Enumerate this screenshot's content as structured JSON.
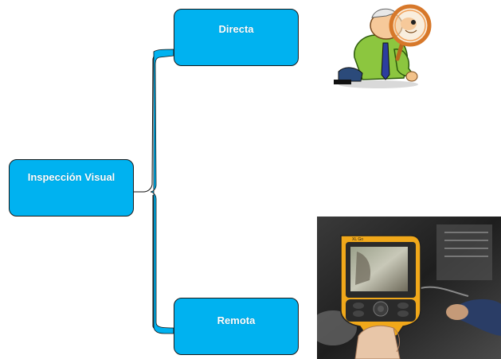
{
  "diagram": {
    "root": {
      "label": "Inspección Visual"
    },
    "children": [
      {
        "label": "Directa"
      },
      {
        "label": "Remota"
      }
    ]
  },
  "colors": {
    "node_fill": "#00b2f0",
    "node_border": "#1a1a1a",
    "node_text": "#ffffff",
    "connector": "#00b2f0"
  },
  "images": {
    "direct": {
      "icon": "magnifier-inspector-cartoon-icon"
    },
    "remote": {
      "icon": "videoscope-device-photo"
    }
  }
}
